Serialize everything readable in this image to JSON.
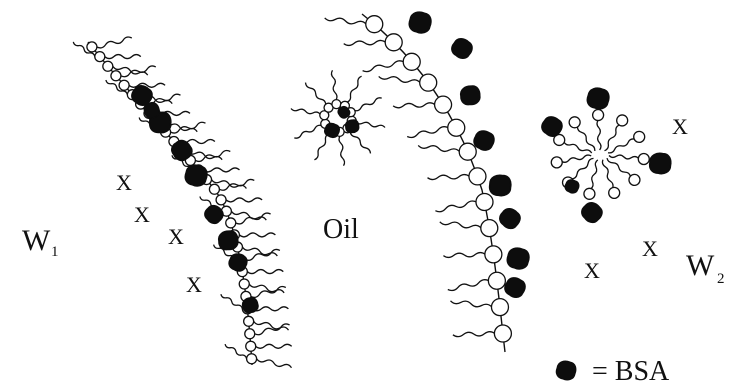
{
  "labels": {
    "w1_main": "W",
    "w1_sub": "1",
    "oil": "Oil",
    "w2_main": "W",
    "w2_sub": "2",
    "legend_text": "= BSA",
    "x_mark": "X"
  },
  "colors": {
    "ink": "#111111",
    "background": "#ffffff",
    "bsa": "#0d0d0d"
  }
}
